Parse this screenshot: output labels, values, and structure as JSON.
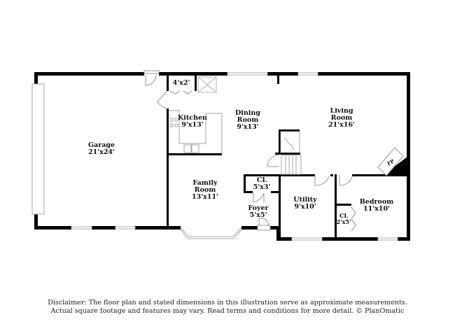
{
  "floor_plan": {
    "rooms": [
      {
        "id": "garage",
        "name": "Garage",
        "dimensions": "21'x24'"
      },
      {
        "id": "closet-top",
        "name": "",
        "dimensions": "4'x2'"
      },
      {
        "id": "kitchen",
        "name": "Kitchen",
        "dimensions": "9'x13'"
      },
      {
        "id": "dining",
        "name_line1": "Dining",
        "name_line2": "Room",
        "dimensions": "9'x13'"
      },
      {
        "id": "living",
        "name_line1": "Living",
        "name_line2": "Room",
        "dimensions": "21'x16'"
      },
      {
        "id": "family",
        "name_line1": "Family",
        "name_line2": "Room",
        "dimensions": "13'x11'"
      },
      {
        "id": "closet-foyer",
        "name": "CL",
        "dimensions": "5'x3'"
      },
      {
        "id": "foyer",
        "name": "Foyer",
        "dimensions": "5'x5'"
      },
      {
        "id": "utility",
        "name": "Utility",
        "dimensions": "9'x10'"
      },
      {
        "id": "closet-bedroom",
        "name": "CL",
        "dimensions": "2'x5'"
      },
      {
        "id": "bedroom",
        "name": "Bedroom",
        "dimensions": "11'x10'"
      }
    ],
    "fireplace_label": "FP",
    "colors": {
      "wall": "#000000",
      "window": "#bdbdbd",
      "fixture": "#9a9a9a",
      "background": "#ffffff"
    }
  },
  "disclaimer": {
    "line1": "Disclaimer: The floor plan and stated dimensions in this illustration serve as approximate measurements.",
    "line2": "Actual square footage and features may vary. Read terms and conditions for more detail. © PlanOmatic"
  }
}
